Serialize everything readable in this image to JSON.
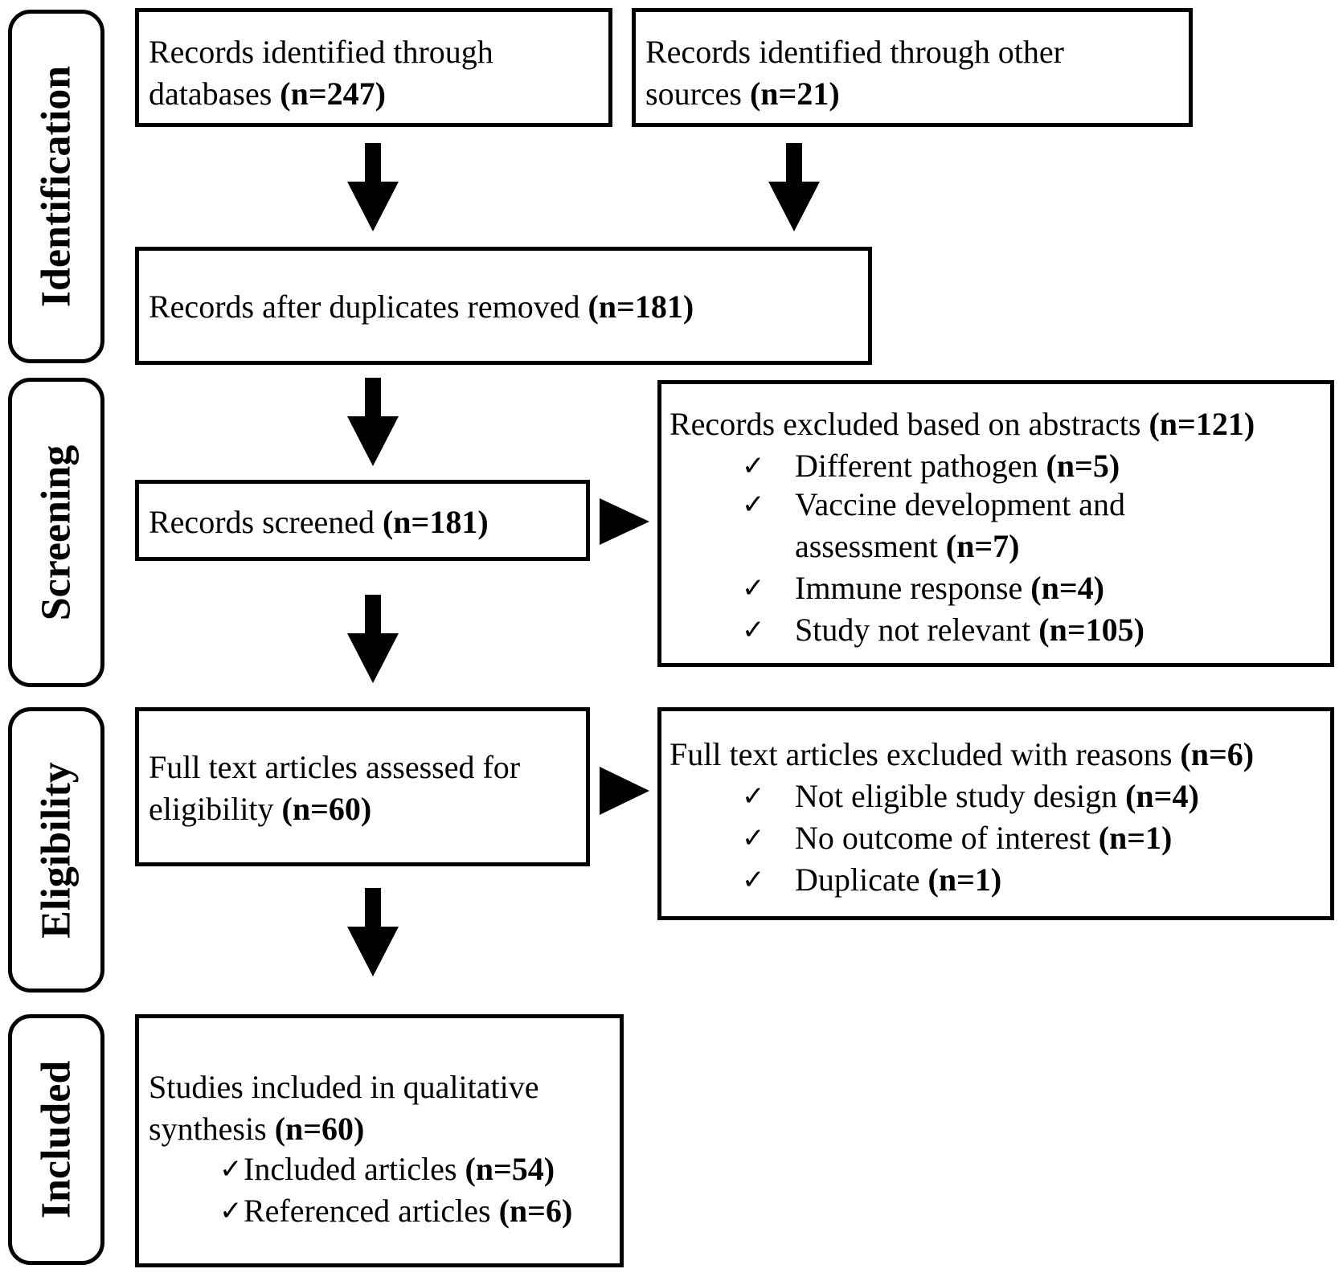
{
  "phases": {
    "identification": "Identification",
    "screening": "Screening",
    "eligibility": "Eligibility",
    "included": "Included"
  },
  "icons": {
    "check": "checkmark-icon",
    "arrow_down": "arrow-down-icon",
    "arrow_right": "arrow-right-icon"
  },
  "check_glyph": "✓",
  "db_records": {
    "line1": "Records identified through",
    "line2": "databases ",
    "n": "(n=247)"
  },
  "other_records": {
    "line1": "Records identified through other",
    "line2": "sources ",
    "n": "(n=21)"
  },
  "dedup": {
    "text": "Records after duplicates removed ",
    "n": "(n=181)"
  },
  "screened": {
    "text": "Records screened ",
    "n": "(n=181)"
  },
  "excluded_abstracts": {
    "title": "Records excluded based on abstracts ",
    "n": "(n=121)",
    "items": [
      {
        "text": "Different pathogen ",
        "n": "(n=5)"
      },
      {
        "text": "Vaccine development and",
        "text2": "assessment ",
        "n": "(n=7)"
      },
      {
        "text": "Immune response ",
        "n": "(n=4)"
      },
      {
        "text": "Study not relevant ",
        "n": "(n=105)"
      }
    ]
  },
  "fulltext": {
    "line1": "Full text articles assessed for",
    "line2": "eligibility ",
    "n": "(n=60)"
  },
  "excluded_fulltext": {
    "title": "Full text articles excluded with reasons ",
    "n": "(n=6)",
    "items": [
      {
        "text": "Not eligible study design ",
        "n": "(n=4)"
      },
      {
        "text": "No outcome of interest ",
        "n": "(n=1)"
      },
      {
        "text": "Duplicate ",
        "n": "(n=1)"
      }
    ]
  },
  "included": {
    "line1": "Studies included in qualitative",
    "line2": "synthesis ",
    "n": "(n=60)",
    "items": [
      {
        "text": "Included articles ",
        "n": "(n=54)"
      },
      {
        "text": "Referenced articles ",
        "n": "(n=6)"
      }
    ]
  }
}
